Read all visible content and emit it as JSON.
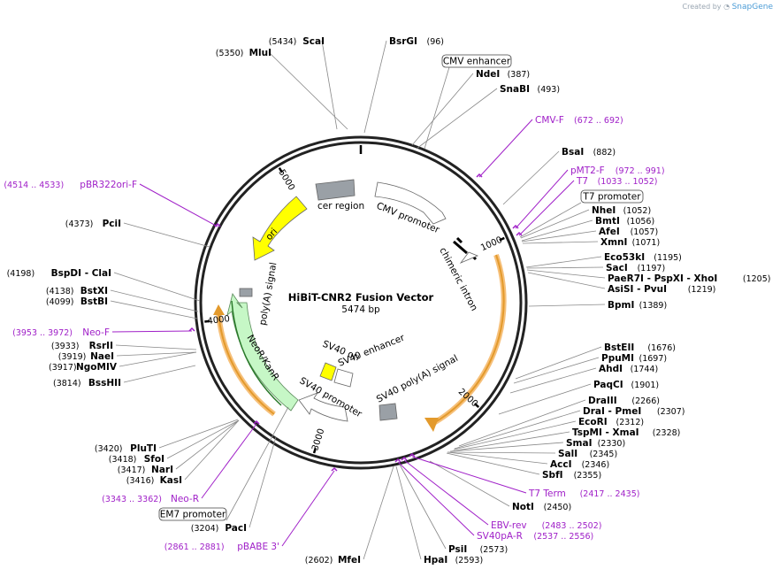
{
  "watermark": {
    "created_by": "Created by",
    "brand": "SnapGene"
  },
  "plasmid": {
    "name": "HiBiT-CNR2 Fusion Vector",
    "length_label": "5474 bp",
    "length": 5474
  },
  "ticks": [
    {
      "bp": 1000,
      "label": "1000"
    },
    {
      "bp": 2000,
      "label": "2000"
    },
    {
      "bp": 3000,
      "label": "3000"
    },
    {
      "bp": 4000,
      "label": "4000"
    },
    {
      "bp": 5000,
      "label": "5000"
    }
  ],
  "sites": [
    {
      "name": "ScaI",
      "pos": "(5434)",
      "bp": 5434
    },
    {
      "name": "MluI",
      "pos": "(5350)",
      "bp": 5350
    },
    {
      "name": "BsrGI",
      "pos": "(96)",
      "bp": 96
    },
    {
      "name": "NdeI",
      "pos": "(387)",
      "bp": 387
    },
    {
      "name": "SnaBI",
      "pos": "(493)",
      "bp": 493
    },
    {
      "name": "BsaI",
      "pos": "(882)",
      "bp": 882
    },
    {
      "name": "NheI",
      "pos": "(1052)",
      "bp": 1052
    },
    {
      "name": "BmtI",
      "pos": "(1056)",
      "bp": 1056
    },
    {
      "name": "AfeI",
      "pos": "(1057)",
      "bp": 1057
    },
    {
      "name": "XmnI",
      "pos": "(1071)",
      "bp": 1071
    },
    {
      "name": "Eco53kI",
      "pos": "(1195)",
      "bp": 1195
    },
    {
      "name": "SacI",
      "pos": "(1197)",
      "bp": 1197
    },
    {
      "name": "PaeR7I - PspXI - XhoI",
      "pos": "(1205)",
      "bp": 1205
    },
    {
      "name": "AsiSI - PvuI",
      "pos": "(1219)",
      "bp": 1219
    },
    {
      "name": "BpmI",
      "pos": "(1389)",
      "bp": 1389
    },
    {
      "name": "BstEII",
      "pos": "(1676)",
      "bp": 1676
    },
    {
      "name": "PpuMI",
      "pos": "(1697)",
      "bp": 1697
    },
    {
      "name": "AhdI",
      "pos": "(1744)",
      "bp": 1744
    },
    {
      "name": "PaqCI",
      "pos": "(1901)",
      "bp": 1901
    },
    {
      "name": "DraIII",
      "pos": "(2266)",
      "bp": 2266
    },
    {
      "name": "DraI - PmeI",
      "pos": "(2307)",
      "bp": 2307
    },
    {
      "name": "EcoRI",
      "pos": "(2312)",
      "bp": 2312
    },
    {
      "name": "TspMI - XmaI",
      "pos": "(2328)",
      "bp": 2328
    },
    {
      "name": "SmaI",
      "pos": "(2330)",
      "bp": 2330
    },
    {
      "name": "SalI",
      "pos": "(2345)",
      "bp": 2345
    },
    {
      "name": "AccI",
      "pos": "(2346)",
      "bp": 2346
    },
    {
      "name": "SbfI",
      "pos": "(2355)",
      "bp": 2355
    },
    {
      "name": "NotI",
      "pos": "(2450)",
      "bp": 2450
    },
    {
      "name": "PsiI",
      "pos": "(2573)",
      "bp": 2573
    },
    {
      "name": "HpaI",
      "pos": "(2593)",
      "bp": 2593
    },
    {
      "name": "MfeI",
      "pos": "(2602)",
      "bp": 2602
    },
    {
      "name": "PacI",
      "pos": "(3204)",
      "bp": 3204
    },
    {
      "name": "KasI",
      "pos": "(3416)",
      "bp": 3416
    },
    {
      "name": "NarI",
      "pos": "(3417)",
      "bp": 3417
    },
    {
      "name": "SfoI",
      "pos": "(3418)",
      "bp": 3418
    },
    {
      "name": "PluTI",
      "pos": "(3420)",
      "bp": 3420
    },
    {
      "name": "BssHII",
      "pos": "(3814)",
      "bp": 3814
    },
    {
      "name": "NgoMIV",
      "pos": "(3917)",
      "bp": 3917
    },
    {
      "name": "NaeI",
      "pos": "(3919)",
      "bp": 3919
    },
    {
      "name": "RsrII",
      "pos": "(3933)",
      "bp": 3933
    },
    {
      "name": "BstBI",
      "pos": "(4099)",
      "bp": 4099
    },
    {
      "name": "BstXI",
      "pos": "(4138)",
      "bp": 4138
    },
    {
      "name": "BspDI - ClaI",
      "pos": "(4198)",
      "bp": 4198
    },
    {
      "name": "PciI",
      "pos": "(4373)",
      "bp": 4373
    }
  ],
  "primers": [
    {
      "name": "CMV-F",
      "range": "(672 .. 692)",
      "bp": 682
    },
    {
      "name": "pMT2-F",
      "range": "(972 .. 991)",
      "bp": 981
    },
    {
      "name": "T7",
      "range": "(1033 .. 1052)",
      "bp": 1042
    },
    {
      "name": "T7 Term",
      "range": "(2417 .. 2435)",
      "bp": 2426
    },
    {
      "name": "EBV-rev",
      "range": "(2483 .. 2502)",
      "bp": 2492
    },
    {
      "name": "SV40pA-R",
      "range": "(2537 .. 2556)",
      "bp": 2546
    },
    {
      "name": "pBABE 3'",
      "range": "(2861 .. 2881)",
      "bp": 2871
    },
    {
      "name": "Neo-R",
      "range": "(3343 .. 3362)",
      "bp": 3352
    },
    {
      "name": "Neo-F",
      "range": "(3953 .. 3972)",
      "bp": 3962
    },
    {
      "name": "pBR322ori-F",
      "range": "(4514 .. 4533)",
      "bp": 4523
    }
  ],
  "boxed_features": [
    {
      "name": "CMV enhancer"
    },
    {
      "name": "T7 promoter"
    },
    {
      "name": "EM7 promoter"
    }
  ],
  "features": [
    {
      "name": "cer region"
    },
    {
      "name": "CMV promoter"
    },
    {
      "name": "chimeric intron"
    },
    {
      "name": "ori"
    },
    {
      "name": "poly(A) signal"
    },
    {
      "name": "NeoR/KanR"
    },
    {
      "name": "SV40 ori"
    },
    {
      "name": "SV40 enhancer"
    },
    {
      "name": "SV40 promoter"
    },
    {
      "name": "SV40 poly(A) signal"
    }
  ],
  "colors": {
    "primer": "#a020c8",
    "ori": "#ffff00",
    "neo": "#c6f7c6",
    "orf": "#f7a823",
    "grey_feature": "#9aa0a6"
  }
}
